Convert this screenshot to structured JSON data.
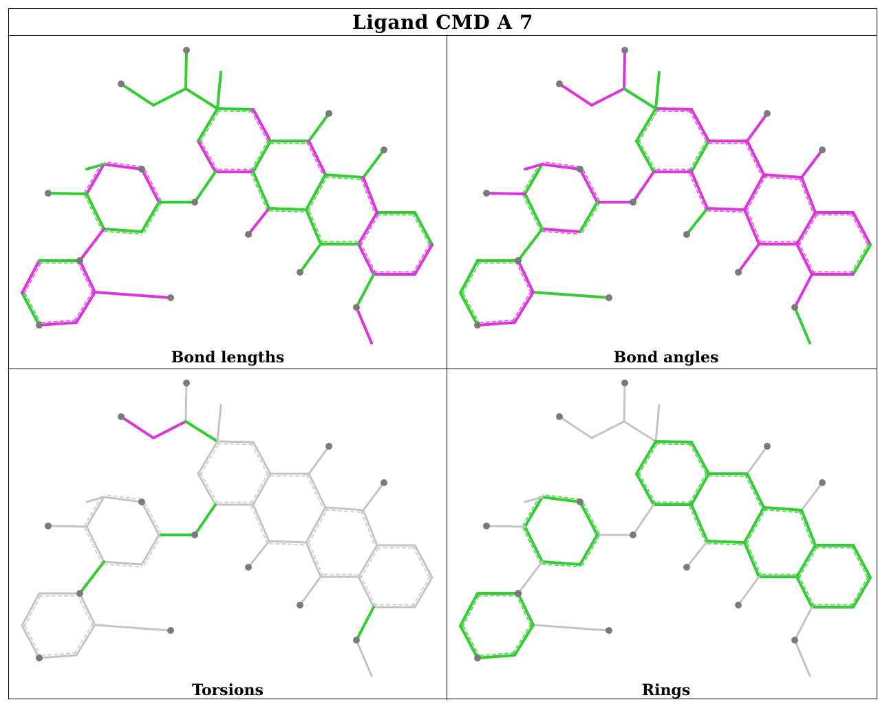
{
  "title": "Ligand CMD A 7",
  "panels": [
    {
      "label": "Bond lengths",
      "mode": "lengths"
    },
    {
      "label": "Bond angles",
      "mode": "angles"
    },
    {
      "label": "Torsions",
      "mode": "torsions"
    },
    {
      "label": "Rings",
      "mode": "rings"
    }
  ],
  "colors": {
    "green": "#33cc33",
    "magenta": "#dd33dd",
    "gray_bond": "#c4c4c4",
    "atom": "#7a7a7a",
    "border": "#000000"
  }
}
